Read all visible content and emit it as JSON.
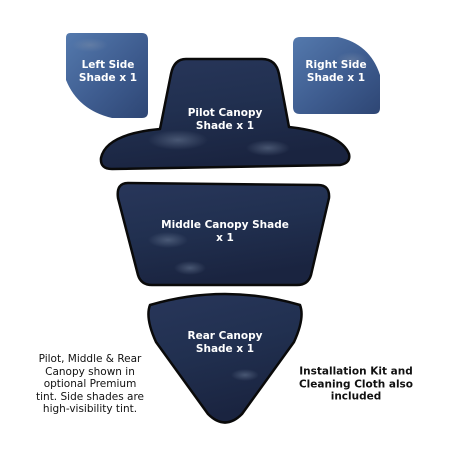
{
  "shades": {
    "left_side": {
      "line1": "Left Side",
      "line2": "Shade x 1"
    },
    "right_side": {
      "line1": "Right Side",
      "line2": "Shade x 1"
    },
    "pilot_canopy": {
      "line1": "Pilot Canopy",
      "line2": "Shade x 1"
    },
    "middle_canopy": {
      "line1": "Middle Canopy Shade",
      "line2": "x 1"
    },
    "rear_canopy": {
      "line1": "Rear Canopy",
      "line2": "Shade x 1"
    }
  },
  "notes": {
    "tint_note": {
      "line1": "Pilot, Middle & Rear",
      "line2": "Canopy shown in",
      "line3": "optional Premium",
      "line4": "tint. Side shades are",
      "line5": "high-visibility tint."
    },
    "kit_note": {
      "line1": "Installation Kit and",
      "line2": "Cleaning Cloth also",
      "line3": "included"
    }
  },
  "colors": {
    "shade_dark": "#1f2b45",
    "shade_light": "#3a5789",
    "outline": "#0a0a0a"
  }
}
